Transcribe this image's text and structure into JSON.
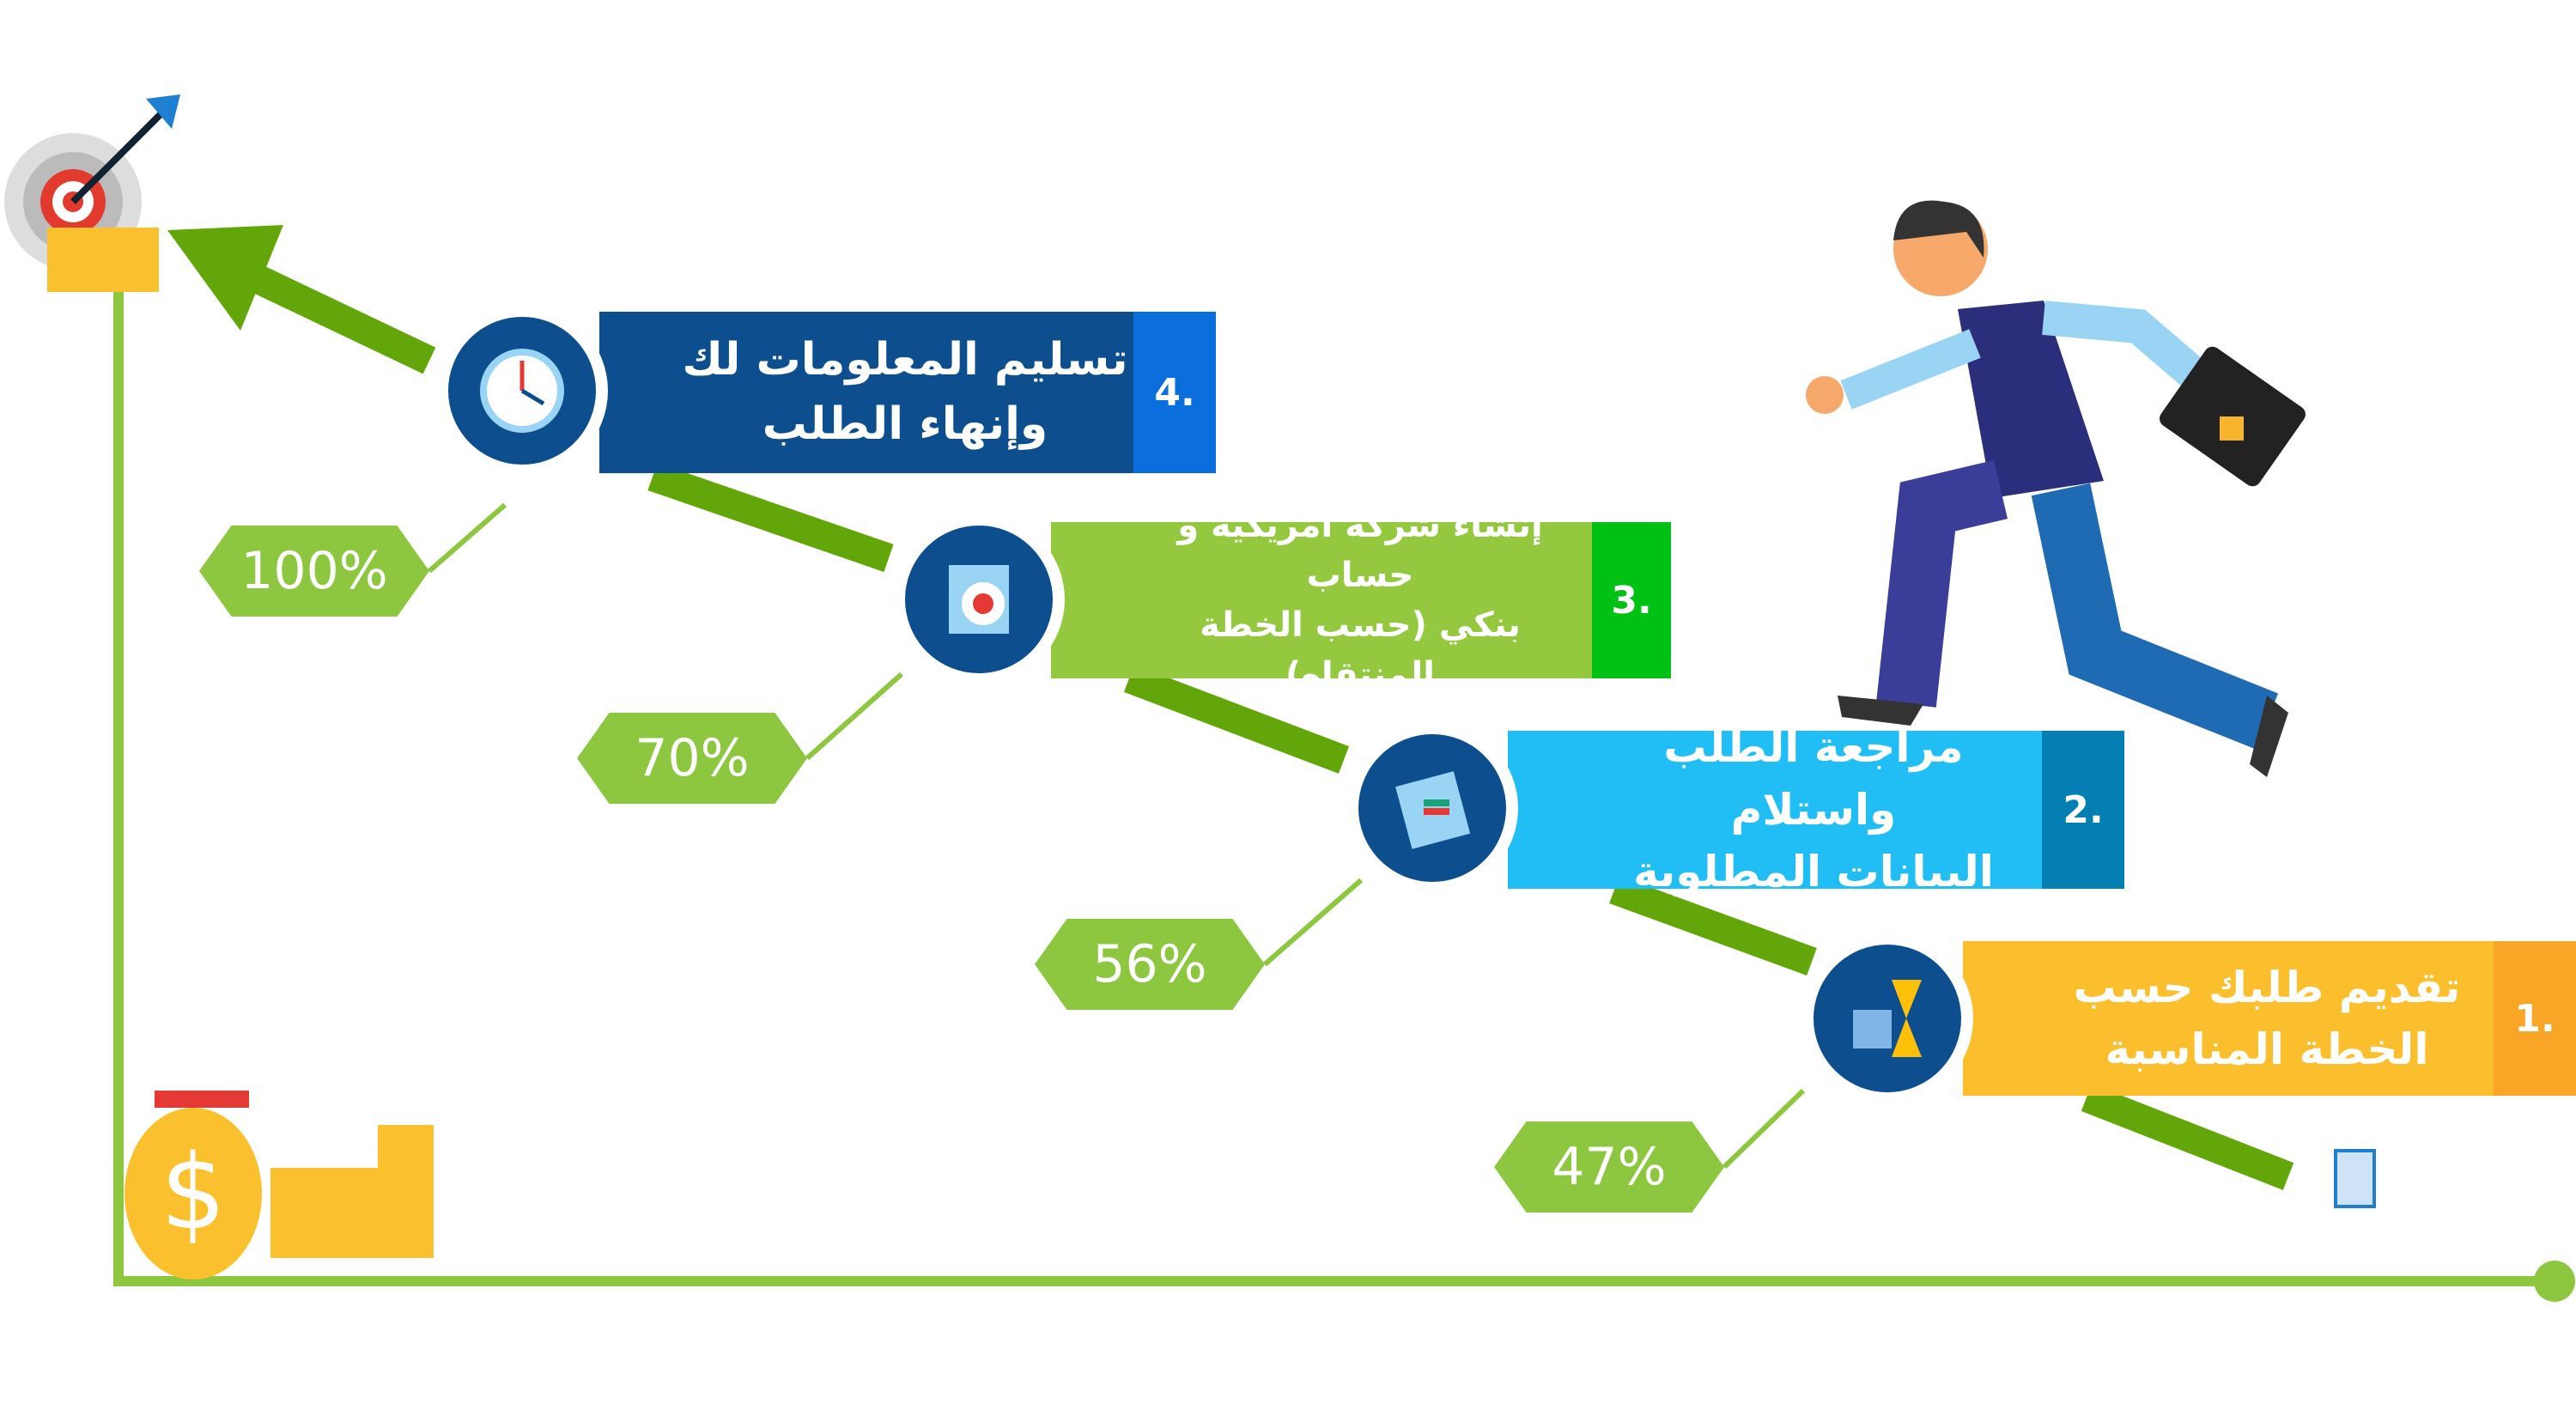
{
  "steps": [
    {
      "number": "1.",
      "line1": "تقديم طلبك حسب",
      "line2": "الخطة المناسبة",
      "percent": "47%",
      "color": "#fbbf2d",
      "number_color": "#f9a526",
      "icon": "hourglass-files-icon"
    },
    {
      "number": "2.",
      "line1": "مراجعة الطلب واستلام",
      "line2": "البيانات المطلوبة",
      "percent": "56%",
      "color": "#21bef5",
      "number_color": "#047fb3",
      "icon": "calendar-icon"
    },
    {
      "number": "3.",
      "line1": "إنشاء شركة أمريكية و حساب",
      "line2": "بنكي (حسب الخطة المنتقاه)",
      "percent": "70%",
      "color": "#93c83f",
      "number_color": "#00c114",
      "icon": "target-board-icon"
    },
    {
      "number": "4.",
      "line1": "تسليم المعلومات لك",
      "line2": "وإنهاء الطلب",
      "percent": "100%",
      "color": "#0d4e8f",
      "number_color": "#0a6fdc",
      "icon": "clock-gear-icon"
    }
  ],
  "colors": {
    "axis": "#8dc63f",
    "connector": "#62a60a"
  }
}
